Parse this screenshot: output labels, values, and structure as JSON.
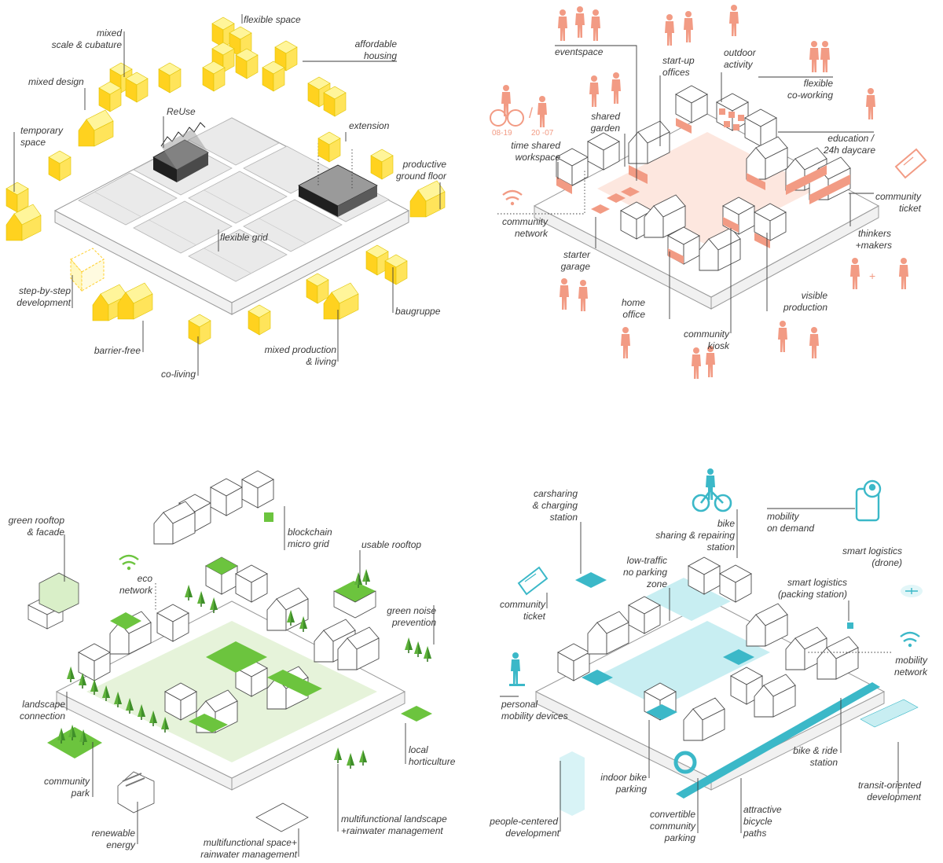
{
  "colors": {
    "yellow_top": "#fff59a",
    "yellow_side": "#ffd21f",
    "yellow_dark": "#f7c600",
    "salmon": "#f29b84",
    "salmon_light": "#fbd9cf",
    "green": "#6cc43e",
    "green_light": "#cfe9b8",
    "cyan": "#3bb8c8",
    "cyan_light": "#c8eef2",
    "dark_gray": "#2a2a2a",
    "line": "#3d3d3d"
  },
  "panels": {
    "top_left": {
      "labels": {
        "flexible_space": "flexible space",
        "mixed_scale_1": "mixed",
        "mixed_scale_2": "scale  & cubature",
        "affordable_1": "affordable",
        "affordable_2": "housing",
        "mixed_design": "mixed design",
        "reuse": "ReUse",
        "extension": "extension",
        "temporary_1": "temporary",
        "temporary_2": "space",
        "productive_1": "productive",
        "productive_2": "ground floor",
        "flexible_grid": "flexible grid",
        "step_1": "step-by-step",
        "step_2": "development",
        "baugruppe": "baugruppe",
        "barrier_free": "barrier-free",
        "mixed_prod_1": "mixed production",
        "mixed_prod_2": "& living",
        "co_living": "co-living"
      }
    },
    "top_right": {
      "labels": {
        "eventspace": "eventspace",
        "startup_1": "start-up",
        "startup_2": "offices",
        "outdoor_1": "outdoor",
        "outdoor_2": "activity",
        "flex_cowork_1": "flexible",
        "flex_cowork_2": "co-working",
        "shared_garden_1": "shared",
        "shared_garden_2": "garden",
        "time_shared_1": "time shared",
        "time_shared_2": "workspace",
        "education_1": "education /",
        "education_2": "24h daycare",
        "community_ticket_1": "community",
        "community_ticket_2": "ticket",
        "community_network_1": "community",
        "community_network_2": "network",
        "starter_garage_1": "starter",
        "starter_garage_2": "garage",
        "thinkers_1": "thinkers",
        "thinkers_2": "+makers",
        "home_office_1": "home",
        "home_office_2": "office",
        "visible_prod_1": "visible",
        "visible_prod_2": "production",
        "community_kiosk_1": "community",
        "community_kiosk_2": "kiosk",
        "time_a": "08-19",
        "time_b": "20 -07",
        "slash": "/",
        "plus": "+"
      }
    },
    "bottom_left": {
      "labels": {
        "green_roof_1": "green rooftop",
        "green_roof_2": "& facade",
        "eco_network_1": "eco",
        "eco_network_2": "network",
        "blockchain_1": "blockchain",
        "blockchain_2": "micro grid",
        "usable_rooftop": "usable rooftop",
        "green_noise_1": "green noise",
        "green_noise_2": "prevention",
        "landscape_1": "landscape",
        "landscape_2": "connection",
        "community_park_1": "community",
        "community_park_2": "park",
        "local_hort_1": "local",
        "local_hort_2": "horticulture",
        "renewable_1": "renewable",
        "renewable_2": "energy",
        "multi_land_1": "multifunctional landscape",
        "multi_land_2": "+rainwater management",
        "multi_space_1": "multifunctional space+",
        "multi_space_2": "rainwater management"
      }
    },
    "bottom_right": {
      "labels": {
        "carsharing_1": "carsharing",
        "carsharing_2": "& charging",
        "carsharing_3": "station",
        "bike_share_1": "bike",
        "bike_share_2": "sharing  & repairing",
        "bike_share_3": "station",
        "mobility_demand_1": "mobility",
        "mobility_demand_2": "on demand",
        "low_traffic_1": "low-traffic",
        "low_traffic_2": "no parking",
        "low_traffic_3": "zone",
        "smart_drone_1": "smart logistics",
        "smart_drone_2": "(drone)",
        "smart_pack_1": "smart logistics",
        "smart_pack_2": "(packing station)",
        "community_ticket_1": "community",
        "community_ticket_2": "ticket",
        "mobility_network_1": "mobility",
        "mobility_network_2": "network",
        "personal_mob_1": "personal",
        "personal_mob_2": "mobility devices",
        "bike_ride_1": "bike & ride",
        "bike_ride_2": "station",
        "indoor_bike_1": "indoor bike",
        "indoor_bike_2": "parking",
        "transit_1": "transit-oriented",
        "transit_2": "development",
        "people_1": "people-centered",
        "people_2": "development",
        "convertible_1": "convertible",
        "convertible_2": "community",
        "convertible_3": "parking",
        "attractive_1": "attractive",
        "attractive_2": "bicycle",
        "attractive_3": "paths"
      }
    }
  }
}
